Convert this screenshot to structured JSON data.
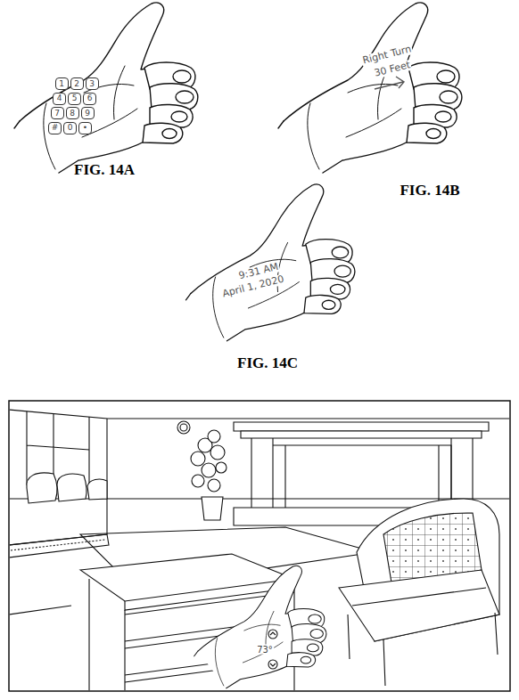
{
  "diagram": {
    "nodes": [
      {
        "text": [
          "1"
        ]
      },
      {
        "text": [
          "2"
        ]
      },
      {
        "text": [
          "3"
        ]
      },
      {
        "text": [
          "4"
        ]
      },
      {
        "text": [
          "5"
        ]
      },
      {
        "text": [
          "6"
        ]
      },
      {
        "text": [
          "7"
        ]
      },
      {
        "text": [
          "8"
        ]
      },
      {
        "text": [
          "9"
        ]
      },
      {
        "text": [
          "#"
        ]
      },
      {
        "text": [
          "0"
        ]
      },
      {
        "text": [
          "•"
        ]
      }
    ],
    "labels": [
      "FIG. 14A",
      "Right Turn",
      "30 Feet",
      "FIG. 14B",
      "9:31 AM",
      "April 1, 2020",
      "FIG. 14C",
      "73°"
    ]
  }
}
